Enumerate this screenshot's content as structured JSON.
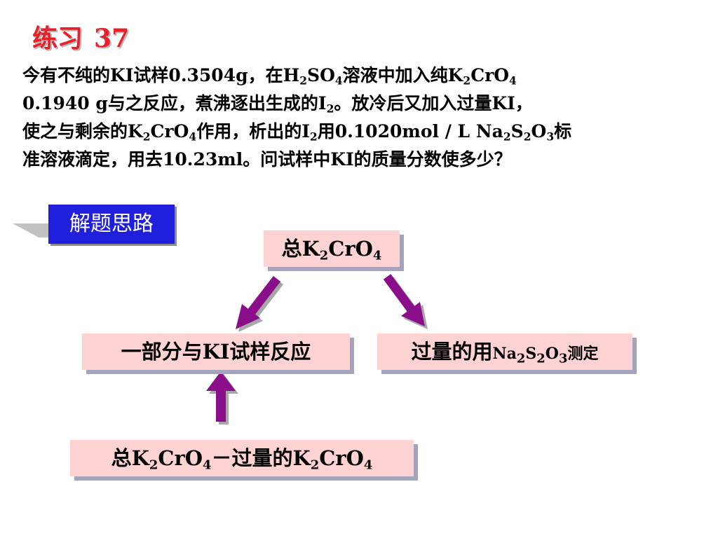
{
  "title": {
    "label": "练习",
    "number": "37"
  },
  "problem": {
    "l1_a": "今有不纯的KI试样0.3504g，在H",
    "l1_sub1": "2",
    "l1_b": "SO",
    "l1_sub2": "4",
    "l1_c": "溶液中加入纯K",
    "l1_sub3": "2",
    "l1_d": "CrO",
    "l1_e": "4",
    "l2_a": "0.1940 g与之反应，煮沸逐出生成的I",
    "l2_sub1": "2",
    "l2_b": "。放冷后又加入过量KI，",
    "l3_a": "使之与剩余的K",
    "l3_sub1": "2",
    "l3_b": "CrO",
    "l3_sub2": "4",
    "l3_c": "作用，析出的I",
    "l3_sub3": "2",
    "l3_d": "用0.1020mol / L Na",
    "l3_sub4": "2",
    "l3_e": "S",
    "l3_sub5": "2",
    "l3_f": "O",
    "l3_sub6": "3",
    "l3_g": "标",
    "l4": "准溶液滴定，用去10.23ml。问试样中KI的质量分数使多少？"
  },
  "hint_label": "解题思路",
  "flow": {
    "top": {
      "a": "总K",
      "s1": "2",
      "b": "CrO",
      "s2": "4"
    },
    "left": "一部分与KI试样反应",
    "right": {
      "a": "过量的用",
      "b": "Na",
      "s1": "2",
      "c": "S",
      "s2": "2",
      "d": "O",
      "s3": "3",
      "e": "测定"
    },
    "bottom": {
      "a": "总K",
      "s1": "2",
      "b": "CrO",
      "s2": "4",
      "c": "－过量的K",
      "s3": "2",
      "d": "CrO",
      "s4": "4"
    }
  },
  "colors": {
    "title": "#e8202a",
    "hint_bg": "#1f1fdc",
    "node_bg": "#ffd3d4",
    "arrow": "#8a0a8a"
  }
}
